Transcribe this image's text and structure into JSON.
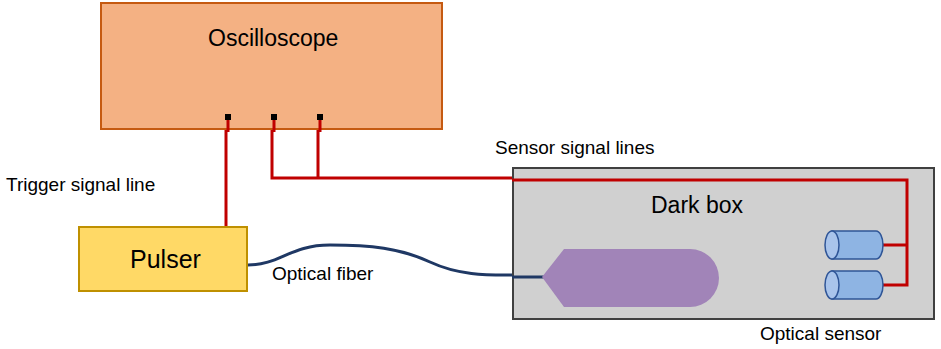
{
  "diagram": {
    "nodes": [
      {
        "text": [
          "Oscilloscope"
        ]
      },
      {
        "text": [
          "Pulser"
        ]
      },
      {
        "text": [
          "Dark box"
        ]
      }
    ],
    "edges": [
      {
        "from": 1,
        "to": 0,
        "arrow": "none"
      },
      {
        "from": 0,
        "to": 2,
        "arrow": "none"
      },
      {
        "from": 1,
        "to": 2,
        "arrow": "none"
      }
    ],
    "labels": [
      "Trigger signal line",
      "Sensor signal lines",
      "Optical fiber",
      "Optical sensor"
    ]
  }
}
